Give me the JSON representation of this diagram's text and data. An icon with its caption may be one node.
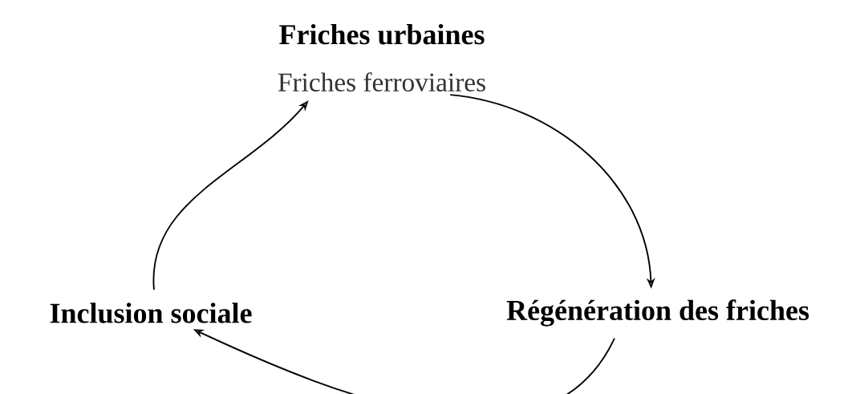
{
  "diagram": {
    "nodes": [
      {
        "text": [
          "Friches urbaines",
          "Friches ferroviaires"
        ]
      },
      {
        "text": [
          "Régénération des friches"
        ]
      },
      {
        "text": [
          "Inclusion sociale"
        ]
      }
    ],
    "edges": [
      {
        "from": 0,
        "to": 1,
        "arrow": "to"
      },
      {
        "from": 1,
        "to": 2,
        "arrow": "to"
      },
      {
        "from": 2,
        "to": 0,
        "arrow": "to"
      }
    ]
  }
}
